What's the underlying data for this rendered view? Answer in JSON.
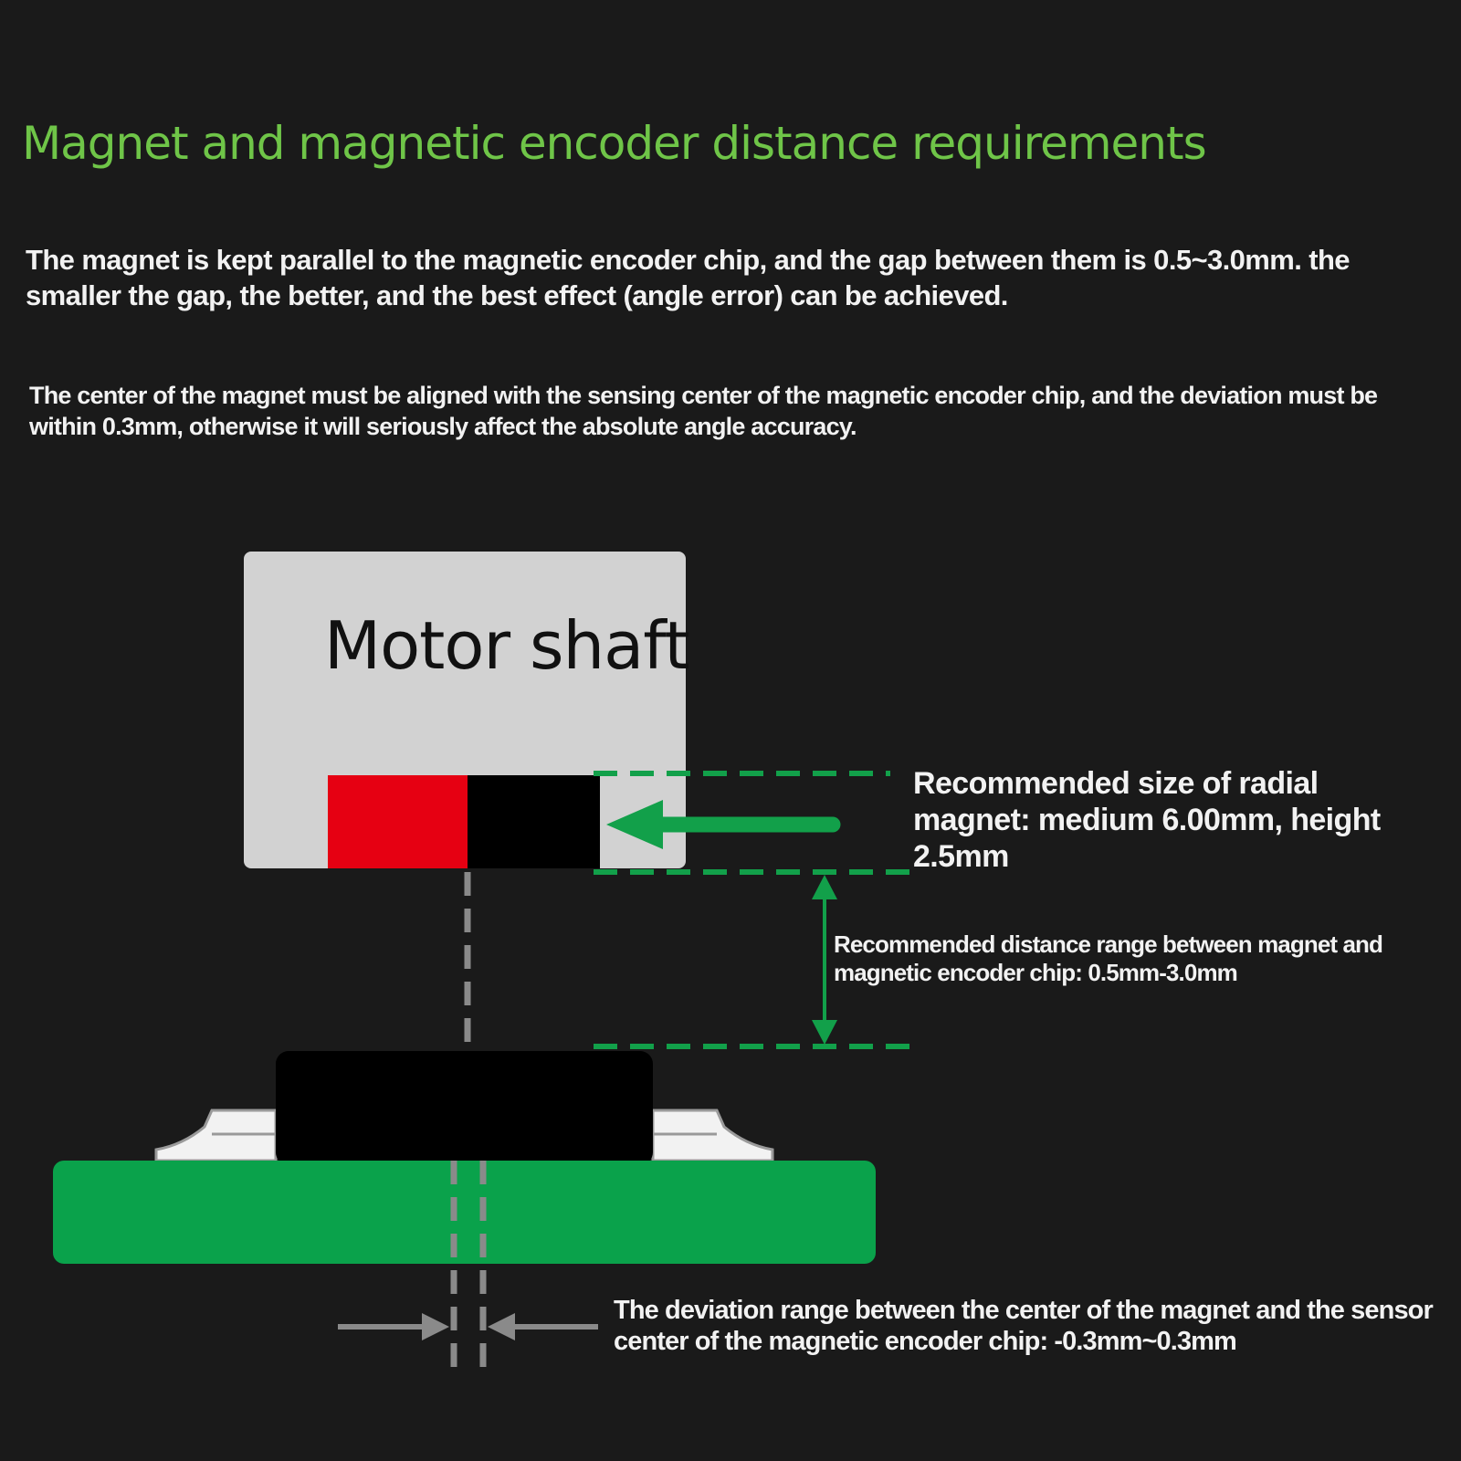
{
  "title": "Magnet and magnetic encoder distance requirements",
  "paragraphs": [
    "The magnet is kept parallel to the magnetic encoder chip, and the gap between them is 0.5~3.0mm. the smaller the gap, the better, and the best effect (angle error) can be achieved.",
    "The center of the magnet must be aligned with the sensing center of the magnetic encoder chip, and the deviation must be within 0.3mm, otherwise it will seriously affect the absolute angle accuracy."
  ],
  "diagram": {
    "shaft_label": "Motor shaft",
    "callouts": {
      "magnet_size": "Recommended size of radial magnet: medium 6.00mm, height 2.5mm",
      "distance_range": "Recommended distance range between magnet and magnetic encoder chip: 0.5mm-3.0mm",
      "deviation_range": "The deviation range between the center of the magnet and the sensor center of the magnetic encoder chip: -0.3mm~0.3mm"
    }
  },
  "colors": {
    "background": "#1a1a1a",
    "title": "#6fc548",
    "accent_green": "#12a04a",
    "pcb_green": "#0aa24b",
    "magnet_red": "#e60012",
    "shaft_gray": "#d2d2d2",
    "guide_gray": "#8a8a8a"
  }
}
